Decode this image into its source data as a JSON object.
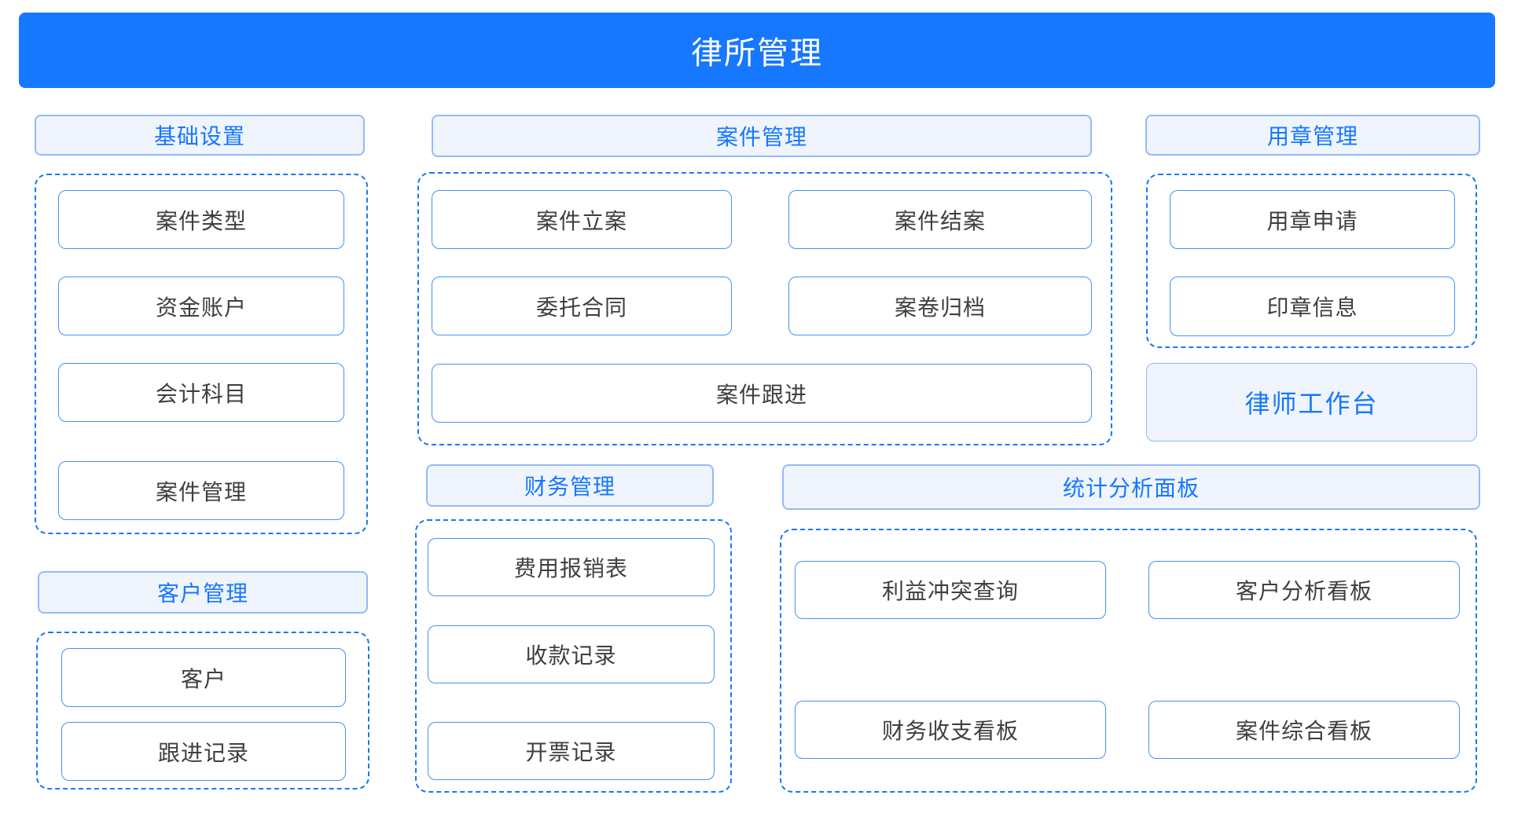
{
  "app": {
    "title": "律所管理"
  },
  "colors": {
    "primary_blue": "#1677FF",
    "header_background": "#EFF4FD",
    "header_border": "#94BAF8",
    "item_border": "#4292F6",
    "item_text": "#3F3F42",
    "banner_text": "#FFFFFF"
  },
  "sections": {
    "basic_settings": {
      "header": "基础设置",
      "items": [
        "案件类型",
        "资金账户",
        "会计科目",
        "案件管理"
      ]
    },
    "customer_management": {
      "header": "客户管理",
      "items": [
        "客户",
        "跟进记录"
      ]
    },
    "case_management": {
      "header": "案件管理",
      "items": [
        "案件立案",
        "案件结案",
        "委托合同",
        "案卷归档",
        "案件跟进"
      ]
    },
    "finance_management": {
      "header": "财务管理",
      "items": [
        "费用报销表",
        "收款记录",
        "开票记录"
      ]
    },
    "seal_management": {
      "header": "用章管理",
      "items": [
        "用章申请",
        "印章信息"
      ]
    },
    "lawyer_workbench": {
      "label": "律师工作台"
    },
    "analytics_panel": {
      "header": "统计分析面板",
      "items": [
        "利益冲突查询",
        "客户分析看板",
        "财务收支看板",
        "案件综合看板"
      ]
    }
  }
}
